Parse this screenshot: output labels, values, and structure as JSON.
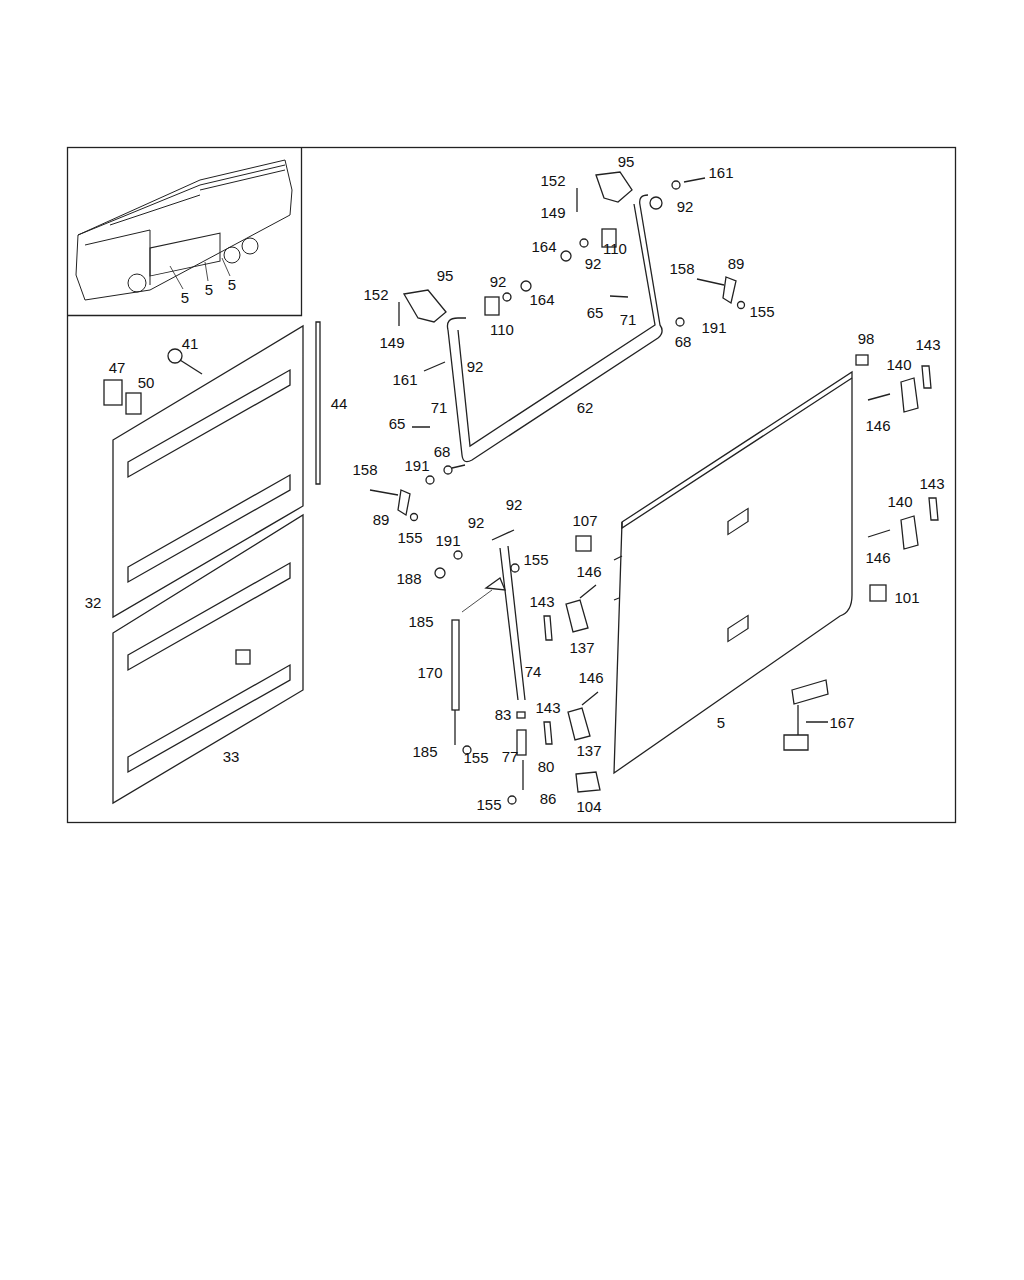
{
  "diagram": {
    "labels": [
      "5",
      "5",
      "5",
      "41",
      "47",
      "50",
      "44",
      "32",
      "33",
      "95",
      "161",
      "152",
      "92",
      "149",
      "164",
      "92",
      "110",
      "95",
      "92",
      "158",
      "89",
      "152",
      "164",
      "65",
      "71",
      "155",
      "110",
      "68",
      "191",
      "149",
      "98",
      "143",
      "140",
      "92",
      "161",
      "62",
      "71",
      "65",
      "146",
      "68",
      "191",
      "158",
      "143",
      "140",
      "92",
      "92",
      "89",
      "155",
      "107",
      "191",
      "155",
      "146",
      "188",
      "146",
      "101",
      "143",
      "185",
      "137",
      "170",
      "74",
      "146",
      "83",
      "143",
      "5",
      "167",
      "137",
      "185",
      "155",
      "77",
      "80",
      "155",
      "86",
      "104"
    ]
  }
}
